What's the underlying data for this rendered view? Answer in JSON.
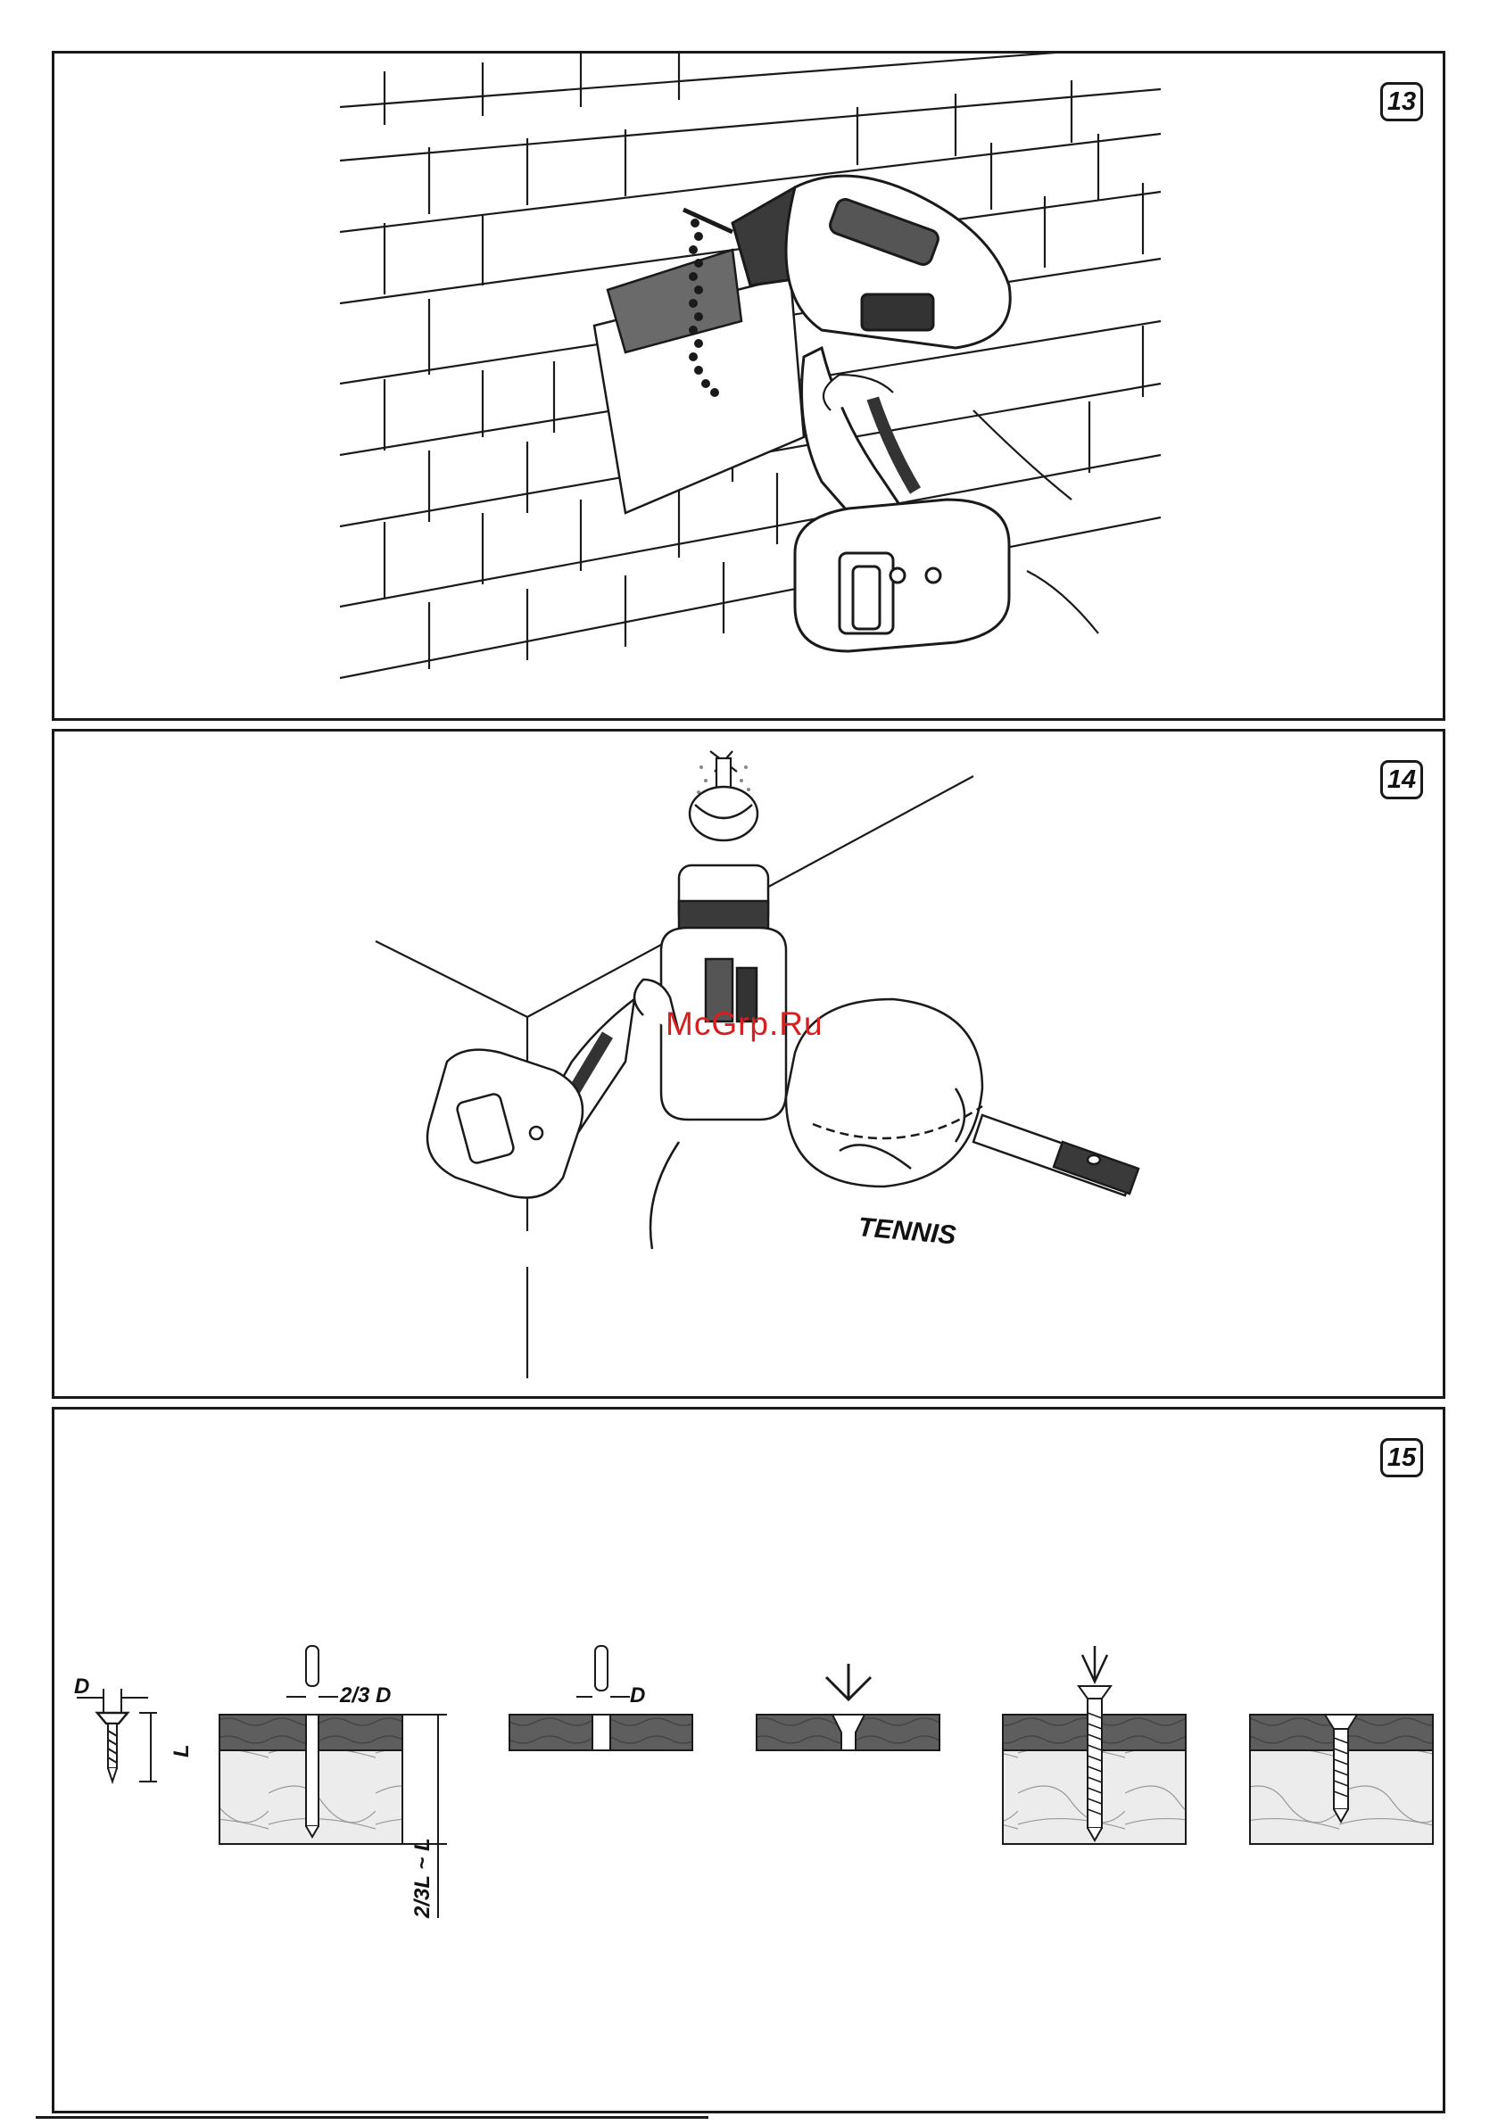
{
  "figures": [
    {
      "number": "13"
    },
    {
      "number": "14",
      "ball_label": "TENNIS"
    },
    {
      "number": "15"
    }
  ],
  "watermark": "McGrp.Ru",
  "dimension_labels": {
    "screw_diameter": "D",
    "screw_length": "L",
    "pilot_diameter": "2/3 D",
    "pilot_depth": "2/3L ~ L",
    "clearance_diameter": "D"
  },
  "colors": {
    "line": "#1a1a1a",
    "wood_dark": "#5e5e5e",
    "wood_light": "#ececec",
    "watermark": "#d81e1e"
  }
}
